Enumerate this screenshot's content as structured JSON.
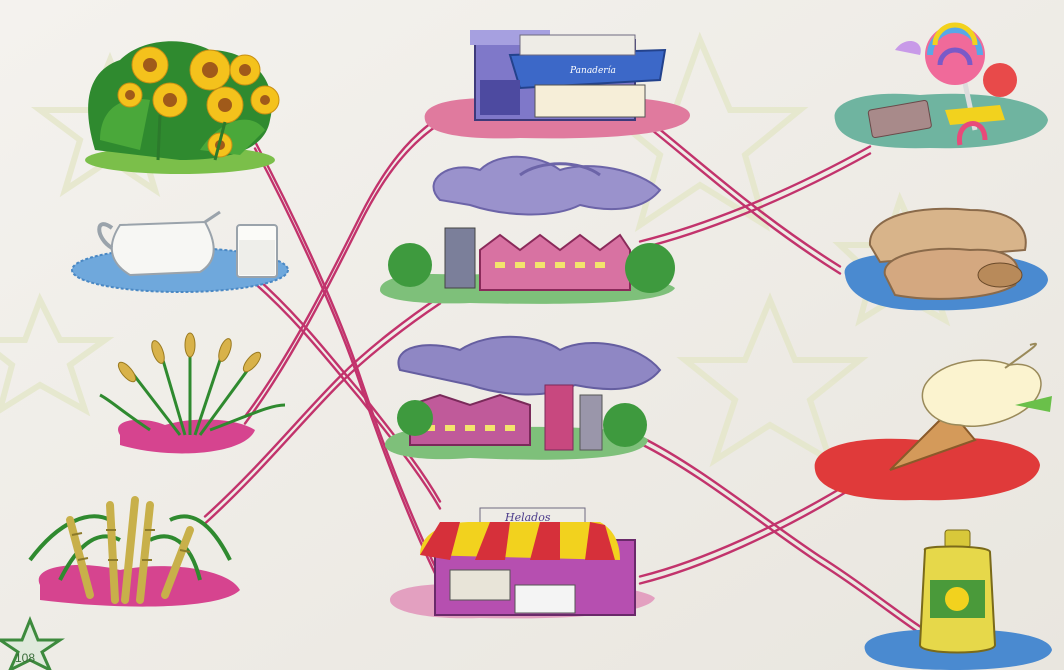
{
  "page": {
    "number": "108",
    "border_color": "#3d8a3d",
    "path_color": "#c2336c"
  },
  "signs": {
    "bakery": "Panadería",
    "ice_cream_shop": "Helados"
  },
  "illustrations": {
    "left": [
      "sunflowers-icon",
      "milk-jug-icon",
      "wheat-icon",
      "sugarcane-icon"
    ],
    "center": [
      "bakery-shop-icon",
      "factory-icon",
      "factory-icon",
      "ice-cream-shop-icon"
    ],
    "right": [
      "candy-icon",
      "bread-icon",
      "ice-cream-cone-icon",
      "oil-bottle-icon"
    ]
  }
}
